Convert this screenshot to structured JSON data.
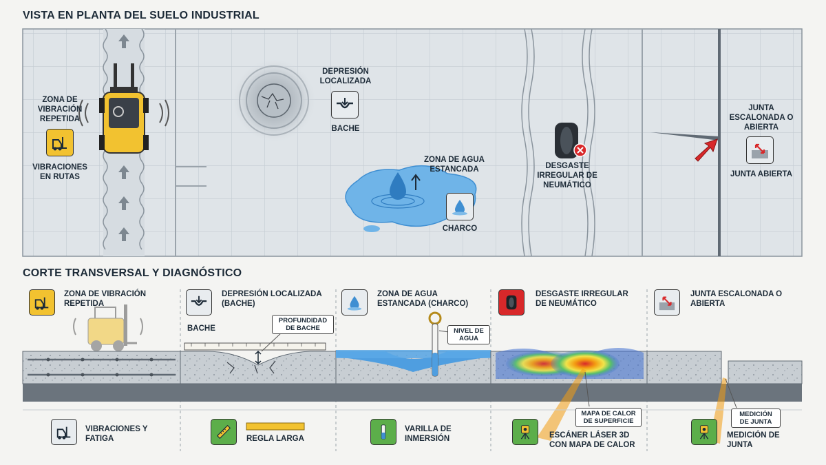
{
  "plan": {
    "title": "VISTA EN PLANTA DEL SUELO INDUSTRIAL",
    "vibration_zone": "ZONA DE VIBRACIÓN REPETIDA",
    "vibration_routes": "VIBRACIONES EN RUTAS",
    "depression": "DEPRESIÓN LOCALIZADA",
    "pothole": "BACHE",
    "water_zone": "ZONA DE AGUA ESTANCADA",
    "puddle": "CHARCO",
    "tire_wear": "DESGASTE IRREGULAR DE NEUMÁTICO",
    "joint": "JUNTA ESCALONADA O ABIERTA",
    "joint_open": "JUNTA ABIERTA"
  },
  "section": {
    "title": "CORTE TRANSVERSAL Y DIAGNÓSTICO",
    "col1_head": "ZONA DE VIBRACIÓN REPETIDA",
    "col2_head": "DEPRESIÓN LOCALIZADA (BACHE)",
    "col2_small": "BACHE",
    "col2_callout": "PROFUNDIDAD DE BACHE",
    "col3_head": "ZONA DE AGUA ESTANCADA (CHARCO)",
    "col3_callout": "NIVEL DE AGUA",
    "col4_head": "DESGASTE IRREGULAR DE NEUMÁTICO",
    "col4_callout": "MAPA DE CALOR DE SUPERFICIE",
    "col5_head": "JUNTA ESCALONADA O ABIERTA",
    "col5_callout": "MEDICIÓN DE JUNTA"
  },
  "tools": [
    {
      "label": "VIBRACIONES Y FATIGA"
    },
    {
      "label": "REGLA LARGA"
    },
    {
      "label": "VARILLA DE INMERSIÓN"
    },
    {
      "label": "ESCÁNER LÁSER 3D CON MAPA DE CALOR"
    },
    {
      "label": "MEDICIÓN DE JUNTA"
    }
  ],
  "colors": {
    "accent_yellow": "#f2c230",
    "water_blue": "#3f8fd2",
    "tire_red": "#d8282a",
    "tool_green": "#5cae4a",
    "floor": "#dfe4e8",
    "grid": "#c5cdd5"
  }
}
